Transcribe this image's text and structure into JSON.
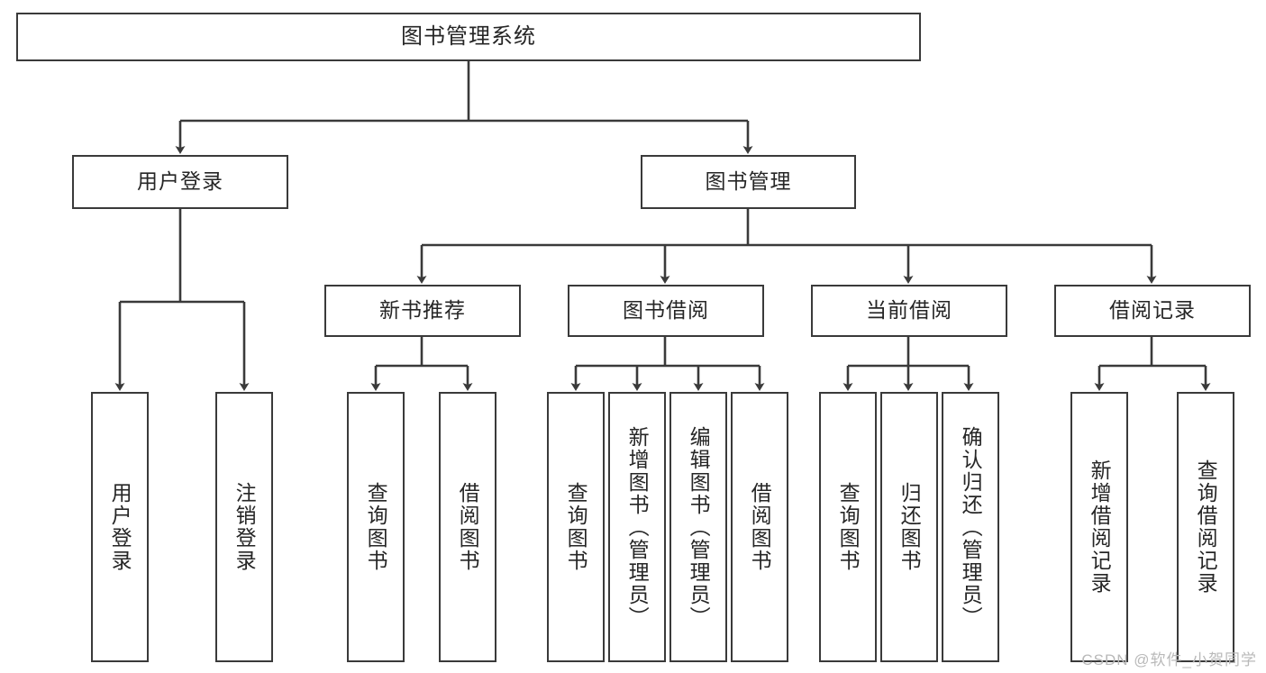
{
  "diagram": {
    "title": "图书管理系统",
    "watermark": "CSDN @软件_小贺同学",
    "line_color": "#3a3a3a",
    "text_color": "#262626",
    "background": "#ffffff",
    "levels": {
      "level1": [
        "图书管理系统"
      ],
      "level2": [
        "用户登录",
        "图书管理"
      ],
      "level3": [
        "新书推荐",
        "图书借阅",
        "当前借阅",
        "借阅记录"
      ],
      "level4": [
        "用户登录",
        "注销登录",
        "查询图书",
        "借阅图书",
        "查询图书",
        "新增图书（管理员）",
        "编辑图书（管理员）",
        "借阅图书",
        "查询图书",
        "归还图书",
        "确认归还（管理员）",
        "新增借阅记录",
        "查询借阅记录"
      ]
    },
    "nodes": {
      "root": "图书管理系统",
      "user_login": "用户登录",
      "book_manage": "图书管理",
      "new_book_rec": "新书推荐",
      "book_borrow": "图书借阅",
      "current_borrow": "当前借阅",
      "borrow_record": "借阅记录",
      "leaf_user_login": "用户登录",
      "leaf_logout": "注销登录",
      "leaf_query_book_1": "查询图书",
      "leaf_borrow_book_1": "借阅图书",
      "leaf_query_book_2": "查询图书",
      "leaf_add_book": "新增图书（管理员）",
      "leaf_edit_book": "编辑图书（管理员）",
      "leaf_borrow_book_2": "借阅图书",
      "leaf_query_book_3": "查询图书",
      "leaf_return_book": "归还图书",
      "leaf_confirm_return": "确认归还（管理员）",
      "leaf_add_record": "新增借阅记录",
      "leaf_query_record": "查询借阅记录"
    },
    "relations": [
      {
        "from": "图书管理系统",
        "to": "用户登录"
      },
      {
        "from": "图书管理系统",
        "to": "图书管理"
      },
      {
        "from": "用户登录",
        "to": "用户登录"
      },
      {
        "from": "用户登录",
        "to": "注销登录"
      },
      {
        "from": "图书管理",
        "to": "新书推荐"
      },
      {
        "from": "图书管理",
        "to": "图书借阅"
      },
      {
        "from": "图书管理",
        "to": "当前借阅"
      },
      {
        "from": "图书管理",
        "to": "借阅记录"
      },
      {
        "from": "新书推荐",
        "to": "查询图书"
      },
      {
        "from": "新书推荐",
        "to": "借阅图书"
      },
      {
        "from": "图书借阅",
        "to": "查询图书"
      },
      {
        "from": "图书借阅",
        "to": "新增图书（管理员）"
      },
      {
        "from": "图书借阅",
        "to": "编辑图书（管理员）"
      },
      {
        "from": "图书借阅",
        "to": "借阅图书"
      },
      {
        "from": "当前借阅",
        "to": "查询图书"
      },
      {
        "from": "当前借阅",
        "to": "归还图书"
      },
      {
        "from": "当前借阅",
        "to": "确认归还（管理员）"
      },
      {
        "from": "借阅记录",
        "to": "新增借阅记录"
      },
      {
        "from": "借阅记录",
        "to": "查询借阅记录"
      }
    ]
  }
}
